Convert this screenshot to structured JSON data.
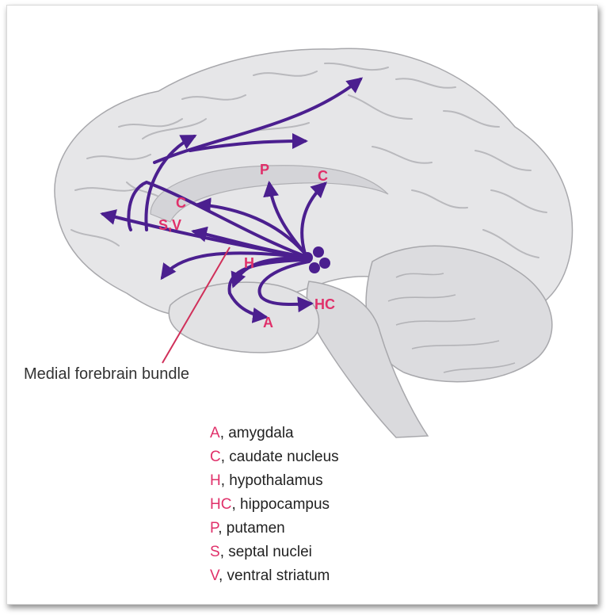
{
  "labels": {
    "P": "P",
    "C_top": "C",
    "C_mid": "C",
    "SV": "S,V",
    "H": "H",
    "HC": "HC",
    "A": "A"
  },
  "callout": "Medial forebrain bundle",
  "legend": [
    {
      "key": "A",
      "text": ", amygdala"
    },
    {
      "key": "C",
      "text": ", caudate nucleus"
    },
    {
      "key": "H",
      "text": ", hypothalamus"
    },
    {
      "key": "HC",
      "text": ", hippocampus"
    },
    {
      "key": "P",
      "text": ", putamen"
    },
    {
      "key": "S",
      "text": ", septal nuclei"
    },
    {
      "key": "V",
      "text": ", ventral striatum"
    }
  ],
  "colors": {
    "pathway": "#4b1f8f",
    "label": "#e0306a",
    "brain": "#e6e6e8",
    "brain_outline": "#a8a8ac"
  }
}
